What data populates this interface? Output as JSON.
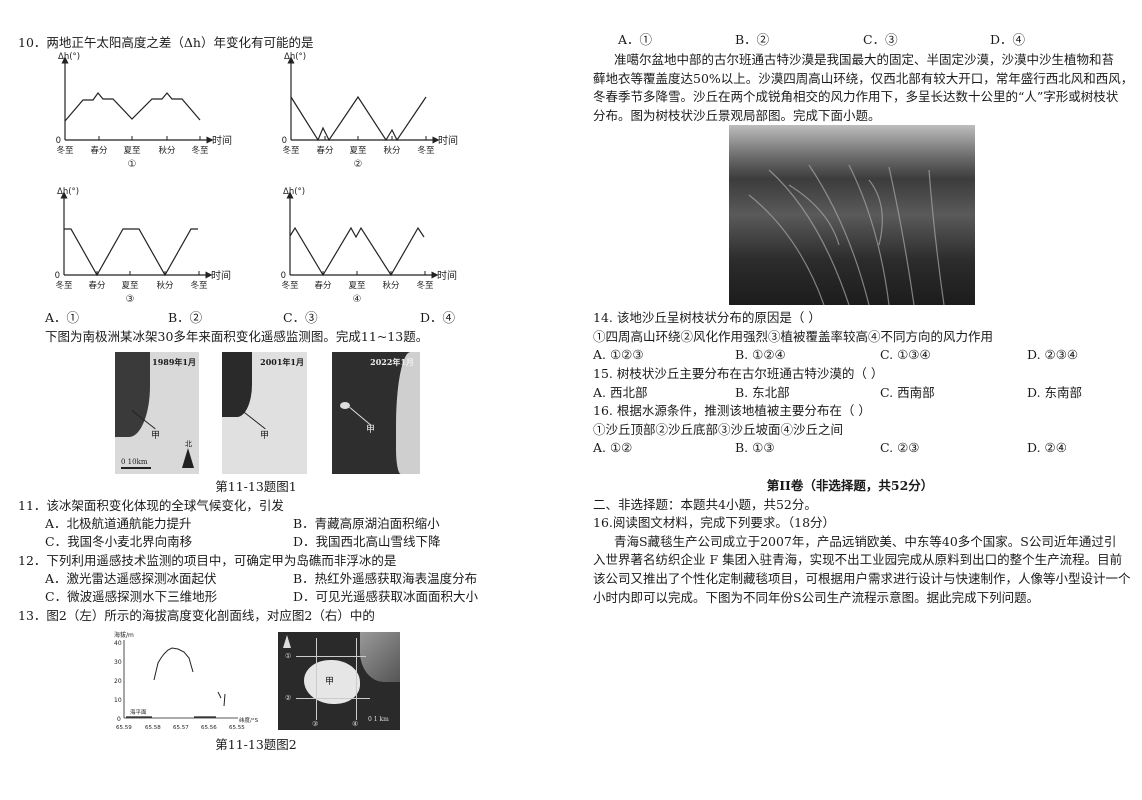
{
  "q10": {
    "stem": "10．两地正午太阳高度之差（Δh）年变化有可能的是",
    "axis_y": "Δh(°)",
    "axis_zero": "0",
    "axis_x": "时间",
    "ticks": [
      "冬至",
      "春分",
      "夏至",
      "秋分",
      "冬至"
    ],
    "chart_labels": [
      "①",
      "②",
      "③",
      "④"
    ],
    "options": [
      "A．①",
      "B．②",
      "C．③",
      "D．④"
    ]
  },
  "intro_11_13": "下图为南极洲某冰架30多年来面积变化遥感监测图。完成11~13题。",
  "fig1": {
    "dates": [
      "1989年1月",
      "2001年1月",
      "2022年1月"
    ],
    "marker": "甲",
    "scale": "0     10km",
    "north": "北",
    "caption": "第11-13题图1"
  },
  "q11": {
    "stem": "11．该冰架面积变化体现的全球气候变化，引发",
    "options": [
      "A．北极航道通航能力提升",
      "B．青藏高原湖泊面积缩小",
      "C．我国冬小麦北界向南移",
      "D．我国西北高山雪线下降"
    ]
  },
  "q12": {
    "stem": "12．下列利用遥感技术监测的项目中，可确定甲为岛礁而非浮冰的是",
    "options": [
      "A．激光雷达遥感探测冰面起伏",
      "B．热红外遥感获取海表温度分布",
      "C．微波遥感探测水下三维地形",
      "D．可见光遥感获取冰面面积大小"
    ]
  },
  "q13": {
    "stem": "13．图2（左）所示的海拔高度变化剖面线，对应图2（右）中的"
  },
  "fig2": {
    "ylabel": "海拔/m",
    "yticks": [
      "40",
      "30",
      "20",
      "10",
      "0"
    ],
    "xticks": [
      "65.59",
      "65.58",
      "65.57",
      "65.56",
      "65.55"
    ],
    "xlabel": "纬度/°S",
    "sea_level": "海平面",
    "marker": "甲",
    "lines": [
      "①",
      "②",
      "③",
      "④"
    ],
    "scale": "0  1 km",
    "caption": "第11-13题图2"
  },
  "q13_options": [
    "A．①",
    "B．②",
    "C．③",
    "D．④"
  ],
  "desert_passage": [
    "准噶尔盆地中部的古尔班通古特沙漠是我国最大的固定、半固定沙漠，沙漠中沙生植物和苔",
    "藓地衣等覆盖度达50%以上。沙漠四周高山环绕，仅西北部有较大开口，常年盛行西北风和西风，",
    "冬春季节多降雪。沙丘在两个成锐角相交的风力作用下，多呈长达数十公里的“人”字形或树枝状",
    "分布。图为树枝状沙丘景观局部图。完成下面小题。"
  ],
  "q14": {
    "stem": "14. 该地沙丘呈树枝状分布的原因是（    ）",
    "items": "①四周高山环绕②风化作用强烈③植被覆盖率较高④不同方向的风力作用",
    "options": [
      "A. ①②③",
      "B. ①②④",
      "C. ①③④",
      "D. ②③④"
    ]
  },
  "q15": {
    "stem": "15. 树枝状沙丘主要分布在古尔班通古特沙漠的（    ）",
    "options": [
      "A.  西北部",
      "B.  东北部",
      "C.  西南部",
      "D.  东南部"
    ]
  },
  "q16": {
    "stem": "16. 根据水源条件，推测该地植被主要分布在（    ）",
    "items": "①沙丘顶部②沙丘底部③沙丘坡面④沙丘之间",
    "options": [
      "A. ①②",
      "B. ①③",
      "C. ②③",
      "D. ②④"
    ]
  },
  "section2": {
    "title": "第II卷（非选择题，共52分）",
    "heading": "二、非选择题：本题共4小题，共52分。",
    "q16_stem": "16.阅读图文材料，完成下列要求。（18分）",
    "passage": [
      "青海S藏毯生产公司成立于2007年，产品远销欧美、中东等40多个国家。S公司近年通过引",
      "入世界著名纺织企业 F 集团入驻青海，实现不出工业园完成从原料到出口的整个生产流程。目前",
      "该公司又推出了个性化定制藏毯项目，可根据用户需求进行设计与快速制作，人像等小型设计一个",
      "小时内即可以完成。下图为不同年份S公司生产流程示意图。据此完成下列问题。"
    ]
  }
}
